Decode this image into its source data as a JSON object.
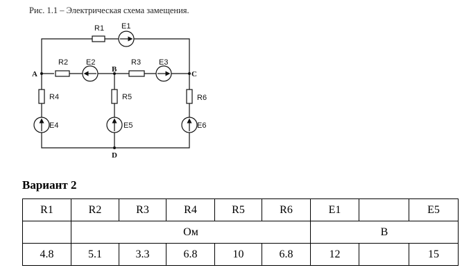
{
  "figure": {
    "caption": "Рис. 1.1 – Электрическая схема замещения.",
    "resistors": [
      "R1",
      "R2",
      "R3",
      "R4",
      "R5",
      "R6"
    ],
    "sources": [
      "E1",
      "E2",
      "E3",
      "E4",
      "E5",
      "E6"
    ],
    "nodes": [
      "A",
      "B",
      "C",
      "D"
    ]
  },
  "variant": {
    "title": "Вариант 2",
    "headers": [
      "R1",
      "R2",
      "R3",
      "R4",
      "R5",
      "R6",
      "E1",
      "",
      "E5"
    ],
    "units": {
      "resistance": "Ом",
      "voltage": "В"
    },
    "values": [
      "4.8",
      "5.1",
      "3.3",
      "6.8",
      "10",
      "6.8",
      "12",
      "",
      "15"
    ]
  }
}
